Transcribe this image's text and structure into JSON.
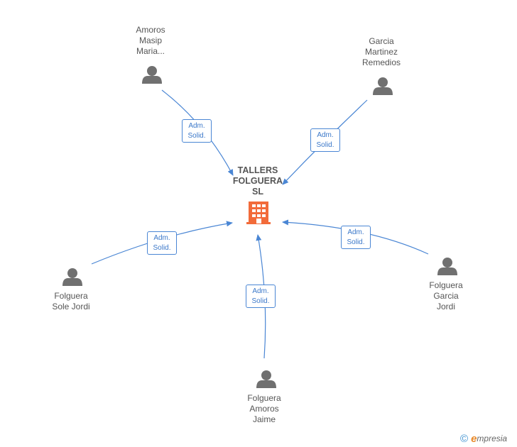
{
  "company": {
    "lines": [
      "TALLERS",
      "FOLGUERA",
      "SL"
    ]
  },
  "persons": [
    {
      "id": "amoros-masip",
      "lines": [
        "Amoros",
        "Masip",
        "Maria..."
      ]
    },
    {
      "id": "garcia-martinez",
      "lines": [
        "Garcia",
        "Martinez",
        "Remedios"
      ]
    },
    {
      "id": "folguera-sole",
      "lines": [
        "Folguera",
        "Sole Jordi"
      ]
    },
    {
      "id": "folguera-garcia",
      "lines": [
        "Folguera",
        "Garcia",
        "Jordi"
      ]
    },
    {
      "id": "folguera-amoros",
      "lines": [
        "Folguera",
        "Amoros",
        "Jaime"
      ]
    }
  ],
  "relations": [
    {
      "from": "amoros-masip",
      "line1": "Adm.",
      "line2": "Solid."
    },
    {
      "from": "garcia-martinez",
      "line1": "Adm.",
      "line2": "Solid."
    },
    {
      "from": "folguera-sole",
      "line1": "Adm.",
      "line2": "Solid."
    },
    {
      "from": "folguera-garcia",
      "line1": "Adm.",
      "line2": "Solid."
    },
    {
      "from": "folguera-amoros",
      "line1": "Adm.",
      "line2": "Solid."
    }
  ],
  "colors": {
    "edge": "#4a86d4",
    "person_icon": "#707070",
    "company_icon": "#f26b3a",
    "label_text": "#555555"
  },
  "icons": {
    "person": "person-icon",
    "company": "building-icon"
  },
  "footer": {
    "copyright_symbol": "©",
    "brand_initial": "e",
    "brand_rest": "mpresia"
  }
}
